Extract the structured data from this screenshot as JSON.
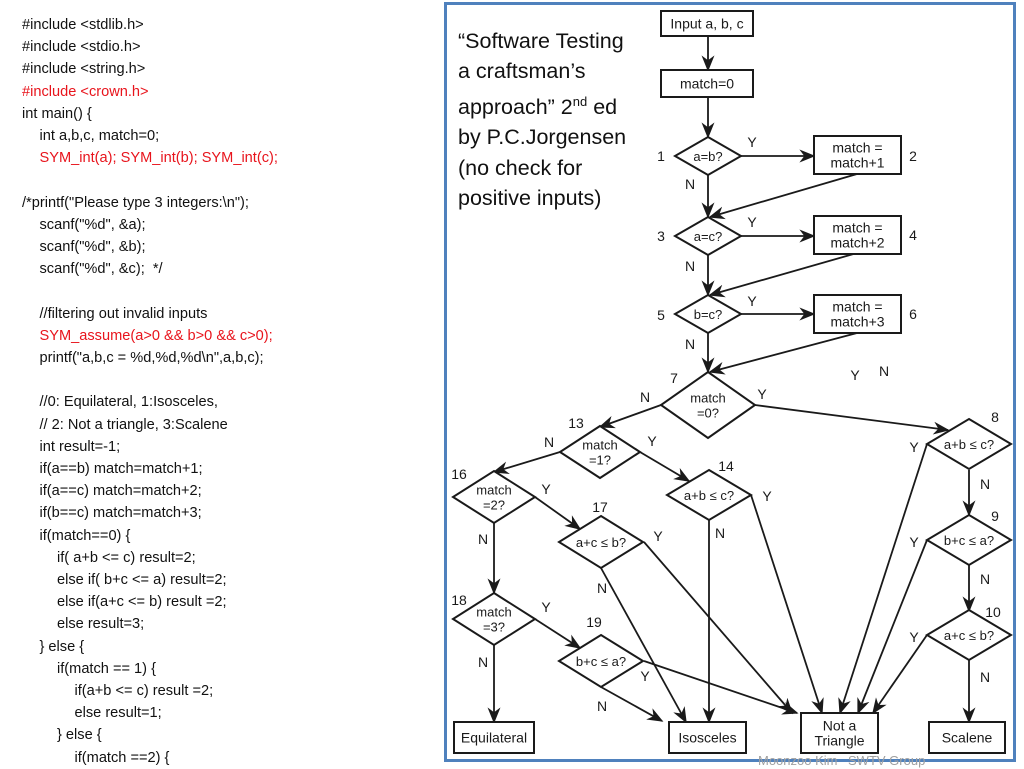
{
  "code": {
    "lines": [
      {
        "text": "#include <stdlib.h>",
        "indent": 0,
        "highlight": false
      },
      {
        "text": "#include <stdio.h>",
        "indent": 0,
        "highlight": false
      },
      {
        "text": "#include <string.h>",
        "indent": 0,
        "highlight": false
      },
      {
        "text": "#include <crown.h>",
        "indent": 0,
        "highlight": true
      },
      {
        "text": "int main() {",
        "indent": 0,
        "highlight": false
      },
      {
        "text": "int a,b,c, match=0;",
        "indent": 1,
        "highlight": false
      },
      {
        "text": "SYM_int(a); SYM_int(b); SYM_int(c);",
        "indent": 1,
        "highlight": true
      },
      {
        "text": "",
        "indent": 0,
        "highlight": false
      },
      {
        "text": "/*printf(\"Please type 3 integers:\\n\");",
        "indent": 0,
        "highlight": false
      },
      {
        "text": "scanf(\"%d\", &a);",
        "indent": 1,
        "highlight": false
      },
      {
        "text": "scanf(\"%d\", &b);",
        "indent": 1,
        "highlight": false
      },
      {
        "text": "scanf(\"%d\", &c);  */",
        "indent": 1,
        "highlight": false
      },
      {
        "text": "",
        "indent": 0,
        "highlight": false
      },
      {
        "text": "//filtering out invalid inputs",
        "indent": 1,
        "highlight": false
      },
      {
        "text": "SYM_assume(a>0 && b>0 && c>0);",
        "indent": 1,
        "highlight": true
      },
      {
        "text": "printf(\"a,b,c = %d,%d,%d\\n\",a,b,c);",
        "indent": 1,
        "highlight": false
      },
      {
        "text": "",
        "indent": 0,
        "highlight": false
      },
      {
        "text": "//0: Equilateral, 1:Isosceles,",
        "indent": 1,
        "highlight": false
      },
      {
        "text": "// 2: Not a triangle, 3:Scalene",
        "indent": 1,
        "highlight": false
      },
      {
        "text": "int result=-1;",
        "indent": 1,
        "highlight": false
      },
      {
        "text": "if(a==b) match=match+1;",
        "indent": 1,
        "highlight": false
      },
      {
        "text": "if(a==c) match=match+2;",
        "indent": 1,
        "highlight": false
      },
      {
        "text": "if(b==c) match=match+3;",
        "indent": 1,
        "highlight": false
      },
      {
        "text": "if(match==0) {",
        "indent": 1,
        "highlight": false
      },
      {
        "text": "if( a+b <= c) result=2;",
        "indent": 2,
        "highlight": false
      },
      {
        "text": "else if( b+c <= a) result=2;",
        "indent": 2,
        "highlight": false
      },
      {
        "text": "else if(a+c <= b) result =2;",
        "indent": 2,
        "highlight": false
      },
      {
        "text": "else result=3;",
        "indent": 2,
        "highlight": false
      },
      {
        "text": "} else {",
        "indent": 1,
        "highlight": false
      },
      {
        "text": "if(match == 1) {",
        "indent": 2,
        "highlight": false
      },
      {
        "text": "if(a+b <= c) result =2;",
        "indent": 3,
        "highlight": false
      },
      {
        "text": "else result=1;",
        "indent": 3,
        "highlight": false
      },
      {
        "text": "} else {",
        "indent": 2,
        "highlight": false
      },
      {
        "text": "if(match ==2) {",
        "indent": 3,
        "highlight": false
      }
    ]
  },
  "reference": {
    "line1": "“Software Testing",
    "line2": "a craftsman’s",
    "line3a": "approach” 2",
    "line3sup": "nd",
    "line3b": " ed",
    "line4": "by P.C.Jorgensen",
    "line5": "(no check for",
    "line6": "positive inputs)"
  },
  "flowchart": {
    "nodes": {
      "input": {
        "label": [
          "Input a, b, c"
        ]
      },
      "init": {
        "label": [
          "match=0"
        ]
      },
      "d1": {
        "label": [
          "a=b?"
        ],
        "num": "1"
      },
      "b2": {
        "label": [
          "match =",
          "match+1"
        ],
        "num": "2"
      },
      "d3": {
        "label": [
          "a=c?"
        ],
        "num": "3"
      },
      "b4": {
        "label": [
          "match =",
          "match+2"
        ],
        "num": "4"
      },
      "d5": {
        "label": [
          "b=c?"
        ],
        "num": "5"
      },
      "b6": {
        "label": [
          "match =",
          "match+3"
        ],
        "num": "6"
      },
      "d7": {
        "label": [
          "match",
          "=0?"
        ],
        "num": "7"
      },
      "d8": {
        "label": [
          "a+b ≤ c?"
        ],
        "num": "8"
      },
      "d9": {
        "label": [
          "b+c ≤ a?"
        ],
        "num": "9"
      },
      "d10": {
        "label": [
          "a+c ≤ b?"
        ],
        "num": "10"
      },
      "d13": {
        "label": [
          "match",
          "=1?"
        ],
        "num": "13"
      },
      "d14": {
        "label": [
          "a+b ≤ c?"
        ],
        "num": "14"
      },
      "d16": {
        "label": [
          "match",
          "=2?"
        ],
        "num": "16"
      },
      "d17": {
        "label": [
          "a+c ≤ b?"
        ],
        "num": "17"
      },
      "d18": {
        "label": [
          "match",
          "=3?"
        ],
        "num": "18"
      },
      "d19": {
        "label": [
          "b+c ≤ a?"
        ],
        "num": "19"
      },
      "equilateral": {
        "label": [
          "Equilateral"
        ]
      },
      "isosceles": {
        "label": [
          "Isosceles"
        ]
      },
      "nottriangle": {
        "label": [
          "Not a",
          "Triangle"
        ]
      },
      "scalene": {
        "label": [
          "Scalene"
        ]
      }
    },
    "branch_labels": [
      "Y",
      "N",
      "Y",
      "N",
      "Y",
      "N",
      "Y",
      "N",
      "N",
      "Y",
      "N",
      "Y",
      "Y",
      "N",
      "Y",
      "N",
      "Y",
      "N",
      "Y",
      "N",
      "Y",
      "N",
      "Y",
      "N",
      "Y",
      "N",
      "Y",
      "N"
    ],
    "stroke_color": "#1a1a1a"
  },
  "footer": {
    "author": "Moonzoo Kim",
    "group": "SWTV Group"
  },
  "colors": {
    "highlight": "#e8141c",
    "frame": "#4f81bd"
  }
}
